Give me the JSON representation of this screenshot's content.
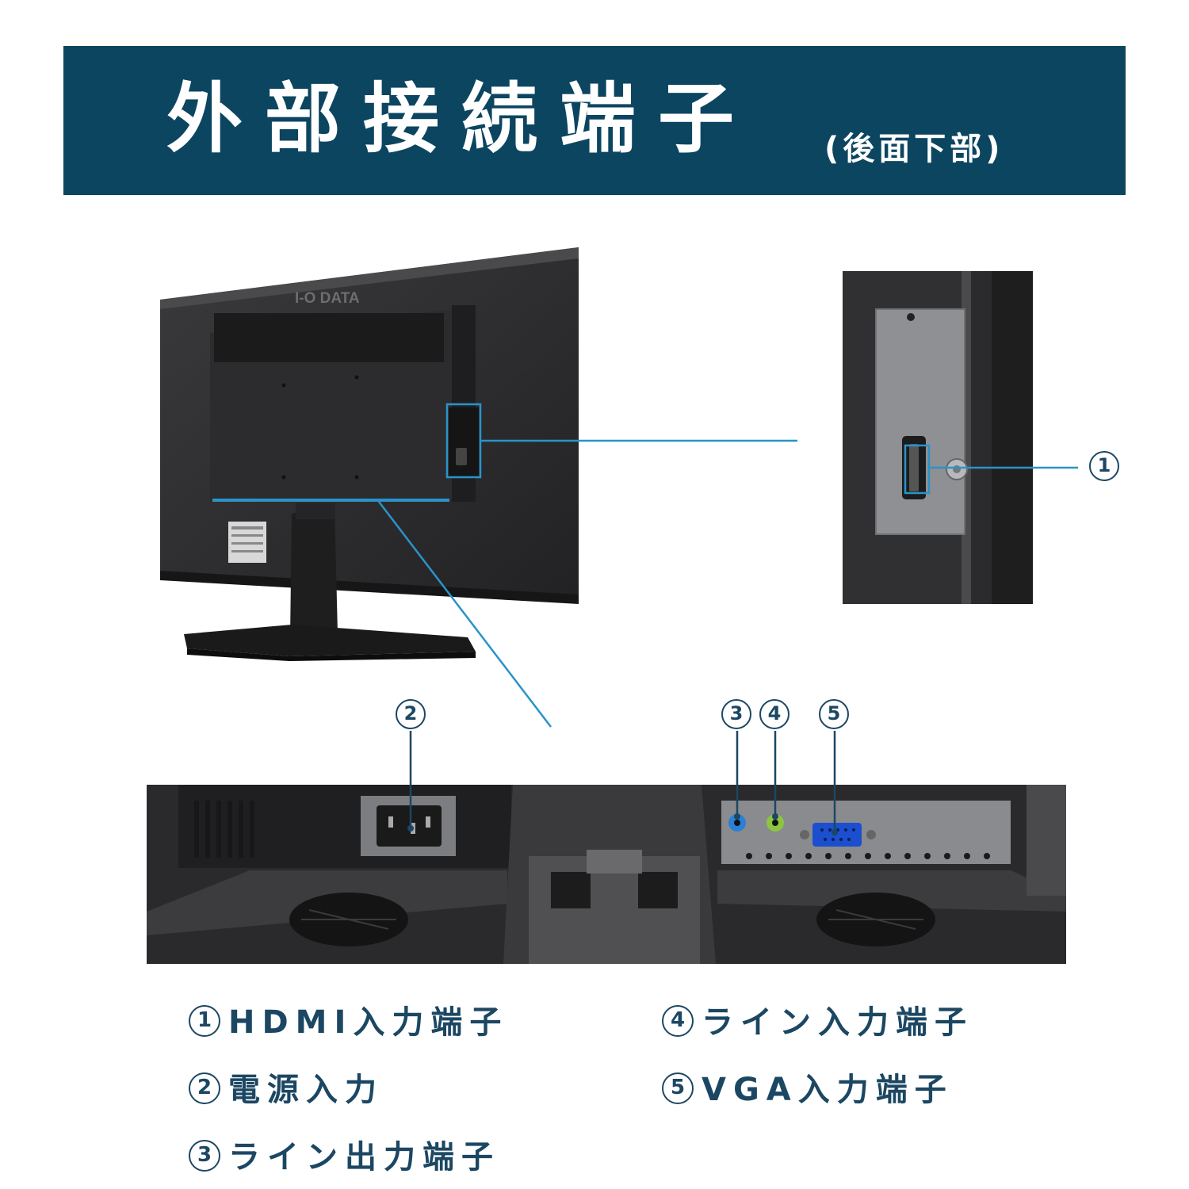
{
  "banner": {
    "title": "外部接続端子",
    "subtitle": "(後面下部)"
  },
  "monitor": {
    "brand_logo": "I-O DATA"
  },
  "callouts": {
    "n1": "1",
    "n2": "2",
    "n3": "3",
    "n4": "4",
    "n5": "5"
  },
  "legend": {
    "items": [
      {
        "num": "1",
        "label": "HDMI入力端子"
      },
      {
        "num": "2",
        "label": "電源入力"
      },
      {
        "num": "3",
        "label": "ライン出力端子"
      },
      {
        "num": "4",
        "label": "ライン入力端子"
      },
      {
        "num": "5",
        "label": "VGA入力端子"
      }
    ]
  },
  "colors": {
    "banner": "#0c4560",
    "callout_line": "#2a93c9",
    "text": "#1c4763",
    "vga_port": "#1b4fd0",
    "audio_out": "#2a7fd6",
    "audio_in": "#8cc63f"
  },
  "icons": {
    "monitor": "monitor-back-photo",
    "closeup": "hdmi-port-closeup-photo",
    "bottom": "bottom-ports-photo"
  }
}
